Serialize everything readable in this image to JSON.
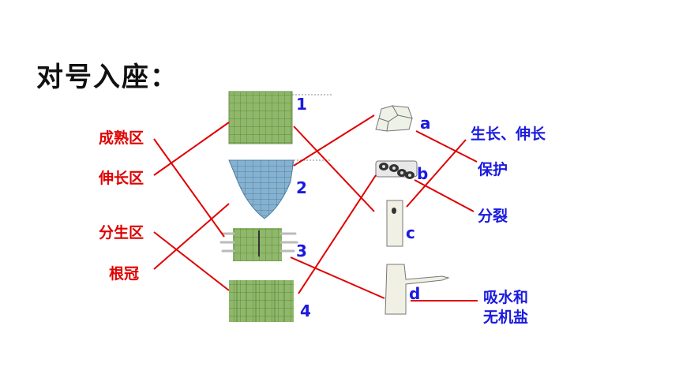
{
  "title": "对号入座：",
  "zones": [
    "成熟区",
    "伸长区",
    "分生区",
    "根冠"
  ],
  "root_numbers": [
    "1",
    "2",
    "3",
    "4"
  ],
  "cell_letters": [
    "a",
    "b",
    "c",
    "d"
  ],
  "functions": {
    "grow": "生长、伸长",
    "protect": "保护",
    "divide": "分裂",
    "absorb_line1": "吸水和",
    "absorb_line2": "无机盐"
  },
  "colors": {
    "zone_text": "#e00000",
    "label_text": "#1a1adf",
    "connector": "#e00000"
  },
  "connections": [
    {
      "from": "成熟区",
      "to": "3"
    },
    {
      "from": "伸长区",
      "to": "1"
    },
    {
      "from": "分生区",
      "to": "4"
    },
    {
      "from": "根冠",
      "to": "2"
    },
    {
      "from": "1",
      "to": "c"
    },
    {
      "from": "2",
      "to": "a"
    },
    {
      "from": "3",
      "to": "d"
    },
    {
      "from": "4",
      "to": "b"
    },
    {
      "from": "a",
      "to": "保护"
    },
    {
      "from": "b",
      "to": "分裂"
    },
    {
      "from": "c",
      "to": "生长、伸长"
    },
    {
      "from": "d",
      "to": "吸水和无机盐"
    }
  ]
}
